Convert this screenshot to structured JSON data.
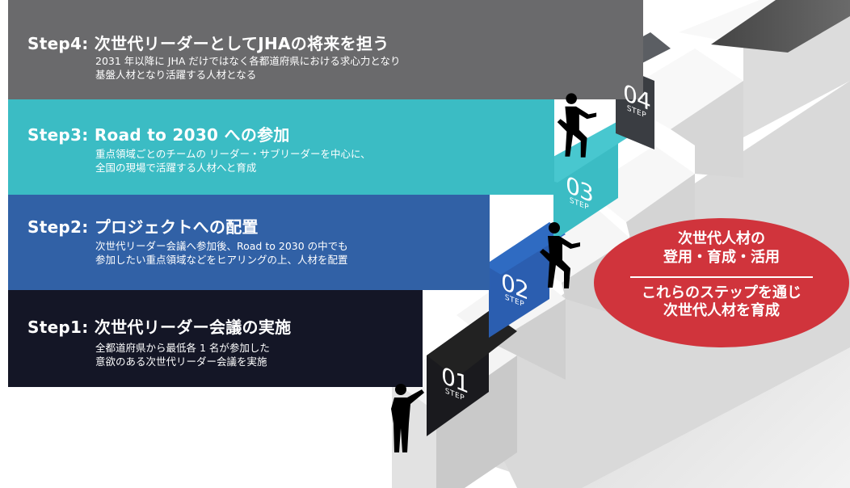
{
  "steps": [
    {
      "title": "Step1: 次世代リーダー会議の実施",
      "desc": [
        "全都道府県から最低各 1 名が参加した",
        "意欲のある次世代リーダー会議を実施"
      ],
      "num": "01",
      "step_label": "STEP",
      "color": "#141626"
    },
    {
      "title": "Step2: プロジェクトへの配置",
      "desc": [
        "次世代リーダー会議へ参加後、Road to 2030 の中でも",
        "参加したい重点領域などをヒアリングの上、人材を配置"
      ],
      "num": "02",
      "step_label": "STEP",
      "color": "#3161a6"
    },
    {
      "title": "Step3: Road to 2030 への参加",
      "desc": [
        "重点領域ごとのチームの リーダー・サブリーダーを中心に、",
        "全国の現場で活躍する人材へと育成"
      ],
      "num": "03",
      "step_label": "STEP",
      "color": "#3bbcc4"
    },
    {
      "title": "Step4: 次世代リーダーとしてJHAの将来を担う",
      "desc": [
        "2031 年以降に JHA だけではなく各都道府県における求心力となり",
        "基盤人材となり活躍する人材となる"
      ],
      "num": "04",
      "step_label": "STEP",
      "color": "#6a6a6c"
    }
  ],
  "callout": {
    "line1": "次世代人材の",
    "line2": "登用・育成・活用",
    "line3": "これらのステップを通じ",
    "line4": "次世代人材を育成",
    "color": "#d0343c"
  }
}
